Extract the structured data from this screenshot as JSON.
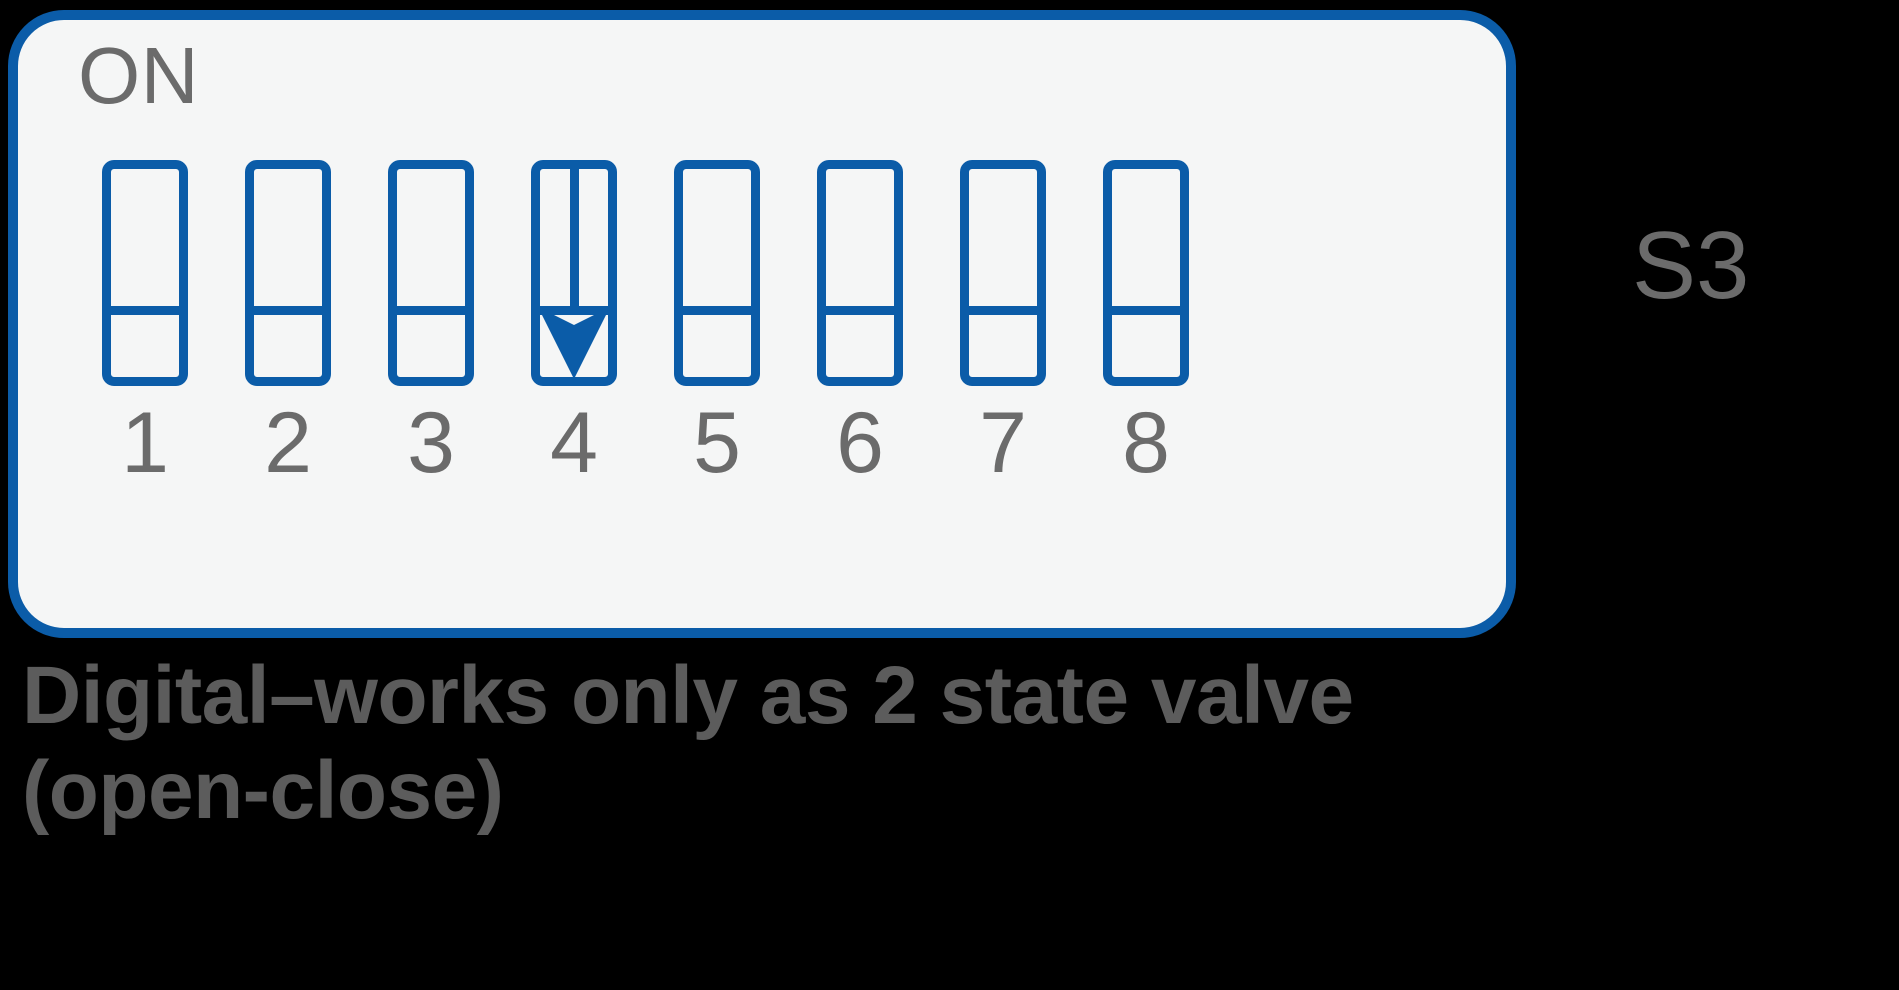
{
  "background_color": "#000000",
  "package": {
    "label_on": "ON",
    "designator": "S3",
    "body_color": "#F5F6F6",
    "outline_color": "#0B5CA8",
    "label_color": "#6B6B6B",
    "position_count": 8,
    "switches": [
      {
        "number": "1",
        "state": "off",
        "actuated": false
      },
      {
        "number": "2",
        "state": "off",
        "actuated": false
      },
      {
        "number": "3",
        "state": "off",
        "actuated": false
      },
      {
        "number": "4",
        "state": "off",
        "actuated": true
      },
      {
        "number": "5",
        "state": "off",
        "actuated": false
      },
      {
        "number": "6",
        "state": "off",
        "actuated": false
      },
      {
        "number": "7",
        "state": "off",
        "actuated": false
      },
      {
        "number": "8",
        "state": "off",
        "actuated": false
      }
    ]
  },
  "caption": {
    "color": "#5C5C5C",
    "line1": "Digital–works only as 2 state valve",
    "line2": "(open-close)"
  },
  "icons": {
    "down-arrow": "arrow pointing down on switch 4"
  }
}
